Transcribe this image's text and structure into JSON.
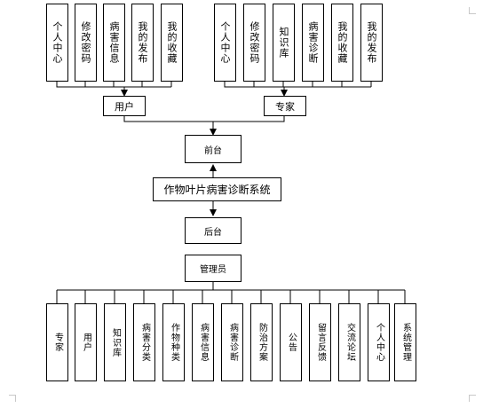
{
  "user_features": [
    "个人中心",
    "修改密码",
    "病害信息",
    "我的发布",
    "我的收藏"
  ],
  "expert_features": [
    "个人中心",
    "修改密码",
    "知识库",
    "病害诊断",
    "我的收藏",
    "我的发布"
  ],
  "user_label": "用户",
  "expert_label": "专家",
  "frontend_label": "前台",
  "system_title": "作物叶片病害诊断系统",
  "backend_label": "后台",
  "admin_label": "管理员",
  "admin_features": [
    "专家",
    "用户",
    "知识库",
    "病害分类",
    "作物种类",
    "病害信息",
    "病害诊断",
    "防治方案",
    "公告",
    "留言反馈",
    "交流论坛",
    "个人中心",
    "系统管理"
  ]
}
